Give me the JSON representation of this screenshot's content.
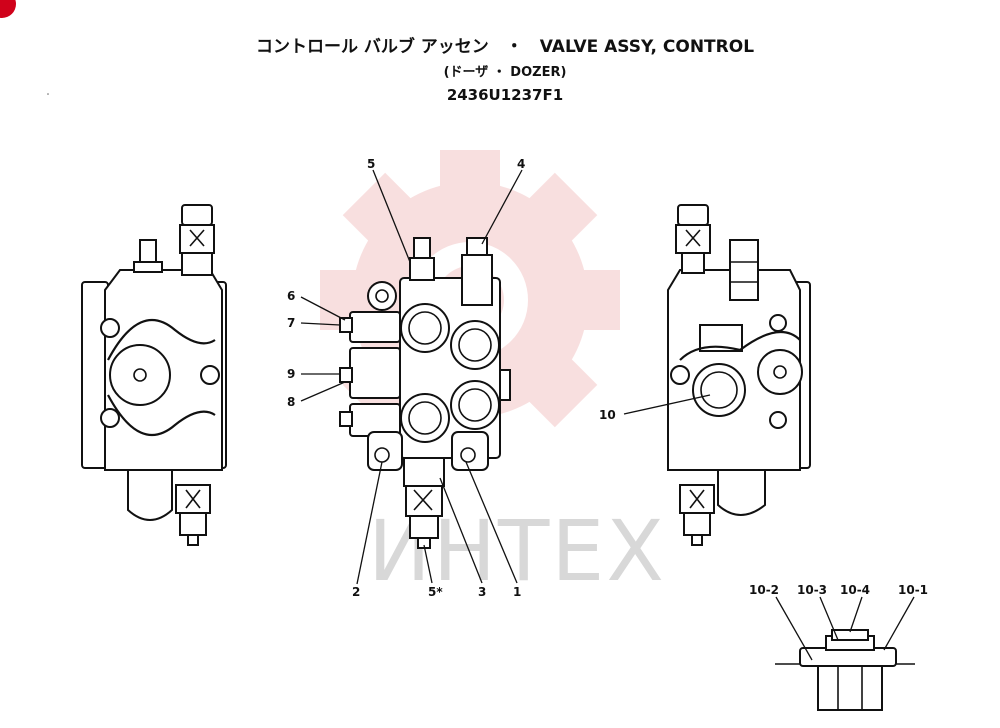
{
  "title": {
    "line1": "コントロール バルブ アッセン　・　VALVE ASSY, CONTROL",
    "line2": "(ドーザ ・ DOZER)",
    "part_number": "2436U1237F1"
  },
  "watermark": {
    "text": "ИНТЕХ",
    "color": "#f3c6c6"
  },
  "callouts": {
    "c1": "1",
    "c2": "2",
    "c3": "3",
    "c4": "4",
    "c5": "5",
    "c5b": "5*",
    "c6": "6",
    "c7": "7",
    "c8": "8",
    "c9": "9",
    "c10": "10",
    "c10_1": "10-1",
    "c10_2": "10-2",
    "c10_3": "10-3",
    "c10_4": "10-4"
  },
  "colors": {
    "line": "#111111",
    "corner_badge": "#d0021b"
  }
}
